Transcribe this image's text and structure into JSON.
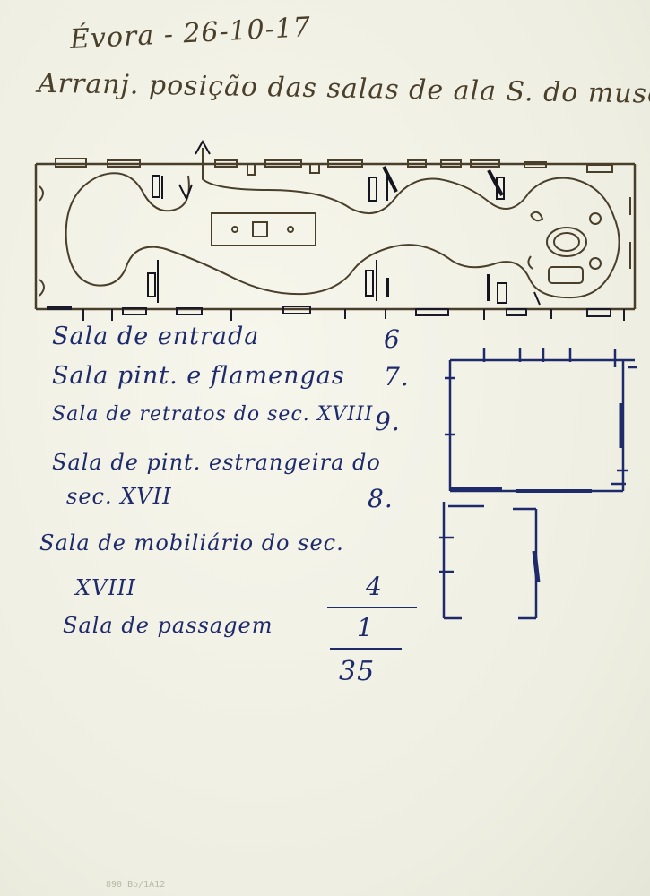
{
  "header": {
    "date": "Évora - 26-10-17",
    "title": "Arranj. posição das salas de ala S. do museu"
  },
  "rooms": [
    {
      "label": "Sala de entrada",
      "number": "6"
    },
    {
      "label": "Sala pint. e flamengas",
      "number": "7."
    },
    {
      "label": "Sala de retratos do sec. XVIII",
      "number": "9."
    },
    {
      "label": "Sala de pint. estrangeira do",
      "number": ""
    },
    {
      "label": "sec. XVII",
      "number": "8."
    },
    {
      "label": "Sala de mobiliário do sec.",
      "number": ""
    },
    {
      "label": "XVIII",
      "number": "4"
    },
    {
      "label": "Sala de passagem",
      "number": "1"
    }
  ],
  "total": "35",
  "footer_mark": "890 Bo/1A12",
  "colors": {
    "paper": "#f1f1e6",
    "brown_ink": "#4a3f2a",
    "blue_ink": "#1f2a6b",
    "black_ink": "#15151f"
  }
}
